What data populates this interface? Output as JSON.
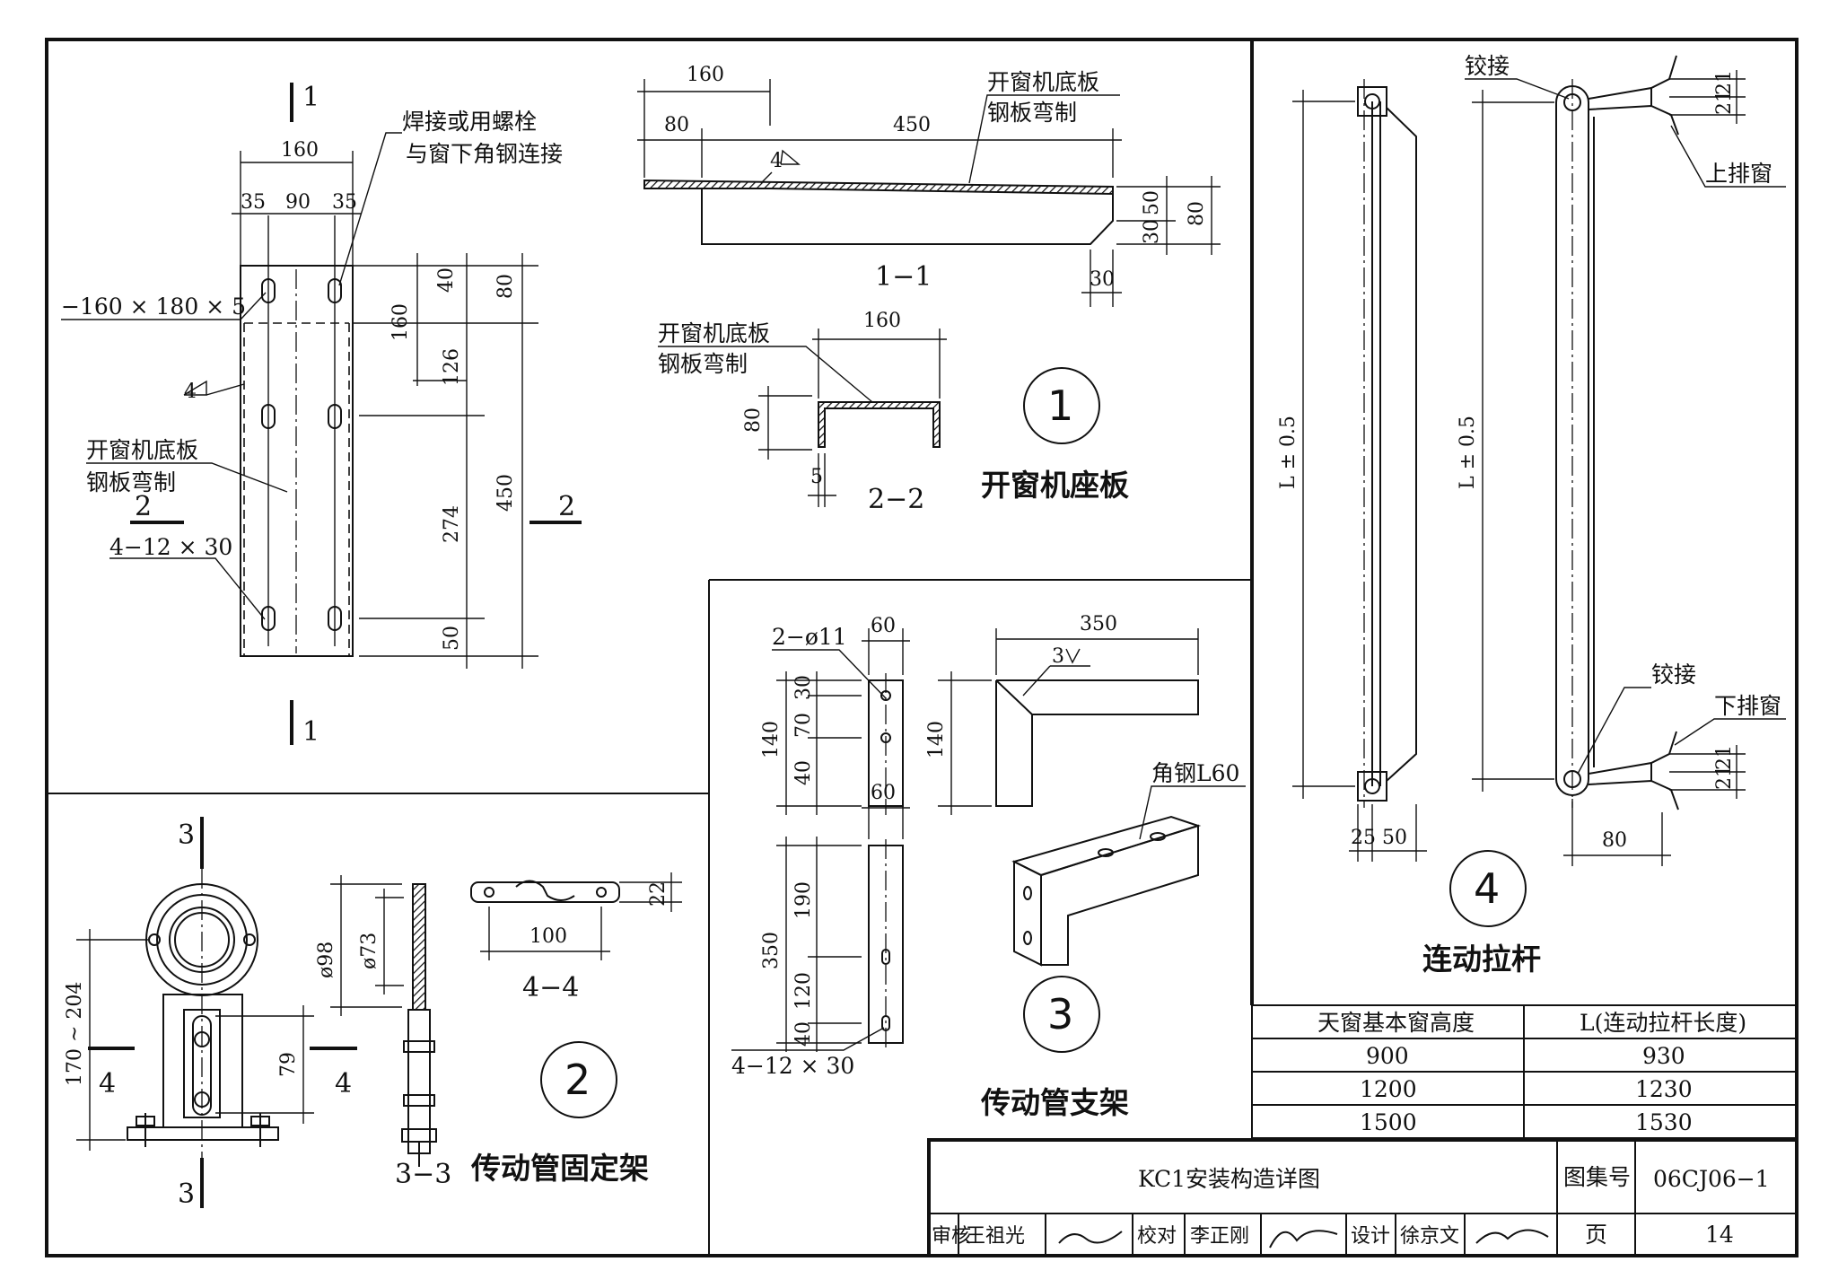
{
  "panel1": {
    "title": "开窗机座板",
    "number": "1",
    "note_weld_1": "焊接或用螺栓",
    "note_weld_2": "与窗下角钢连接",
    "plate_spec": "−160 × 180 × 5",
    "base_label_1": "开窗机底板",
    "base_label_2": "钢板弯制",
    "holes": "4−12 × 30",
    "weld": "4",
    "cut_mark_top": "1",
    "cut_mark_bottom": "1",
    "cut_mark_side_left": "2",
    "cut_mark_side_right": "2",
    "dim_160": "160",
    "dim_35a": "35",
    "dim_90": "90",
    "dim_35b": "35",
    "dim_40": "40",
    "dim_80": "80",
    "dim_160v": "160",
    "dim_126": "126",
    "dim_274": "274",
    "dim_450v": "450",
    "dim_50": "50",
    "section_1_1": "1−1",
    "s11_dim_160": "160",
    "s11_dim_80": "80",
    "s11_dim_450": "450",
    "s11_dim_50": "50",
    "s11_dim_80v": "80",
    "s11_dim_30a": "30",
    "s11_dim_30b": "30",
    "s11_weld": "4",
    "s11_label_1": "开窗机底板",
    "s11_label_2": "钢板弯制",
    "section_2_2": "2−2",
    "s22_label_1": "开窗机底板",
    "s22_label_2": "钢板弯制",
    "s22_dim_160": "160",
    "s22_dim_80": "80",
    "s22_dim_5": "5"
  },
  "panel2": {
    "title": "传动管固定架",
    "number": "2",
    "cut3_top": "3",
    "cut3_bottom": "3",
    "cut4_left": "4",
    "cut4_right": "4",
    "dim_170_204": "170 ~ 204",
    "dim_79": "79",
    "dim_98": "ø98",
    "dim_73": "ø73",
    "section_3_3": "3−3",
    "section_4_4": "4−4",
    "dim_100": "100",
    "dim_22": "22"
  },
  "panel3": {
    "title": "传动管支架",
    "number": "3",
    "holes_top": "2−ø11",
    "dim_60a": "60",
    "dim_140a": "140",
    "dim_30": "30",
    "dim_70": "70",
    "dim_40a": "40",
    "dim_350h": "350",
    "weld": "3",
    "dim_140b": "140",
    "angle": "角钢L60",
    "dim_60b": "60",
    "dim_350v": "350",
    "dim_190": "190",
    "dim_120": "120",
    "dim_40b": "40",
    "holes_bottom": "4−12 × 30"
  },
  "panel4": {
    "title": "连动拉杆",
    "number": "4",
    "hinge_top": "铰接",
    "hinge_bottom": "铰接",
    "upper_window": "上排窗",
    "lower_window": "下排窗",
    "length_left": "L ± 0.5",
    "length_right": "L ± 0.5",
    "dim_25": "25",
    "dim_50": "50",
    "dim_80": "80",
    "dim_21": "21"
  },
  "table": {
    "header_height": "天窗基本窗高度",
    "header_length": "L(连动拉杆长度)",
    "rows": [
      {
        "h": "900",
        "l": "930"
      },
      {
        "h": "1200",
        "l": "1230"
      },
      {
        "h": "1500",
        "l": "1530"
      }
    ]
  },
  "title_block": {
    "drawing_title": "KC1安装构造详图",
    "atlas_label": "图集号",
    "atlas_no": "06CJ06−1",
    "review_label": "审核",
    "reviewer": "王祖光",
    "check_label": "校对",
    "checker": "李正刚",
    "design_label": "设计",
    "designer": "徐京文",
    "page_label": "页",
    "page_no": "14"
  }
}
